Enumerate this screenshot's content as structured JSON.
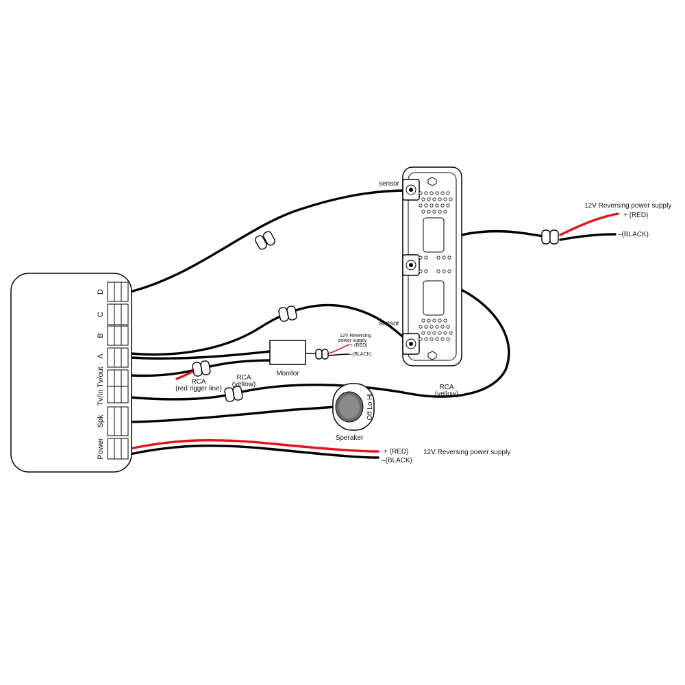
{
  "control_box": {
    "ports": [
      "D",
      "C",
      "B",
      "A",
      "Tv/in Tv/out",
      "Spk",
      "Power"
    ]
  },
  "camera_plate": {
    "sensor_top_label": "sensor",
    "sensor_bottom_label": "sensor"
  },
  "top_power": {
    "title": "12V Reversing power supply",
    "red": "+ (RED)",
    "black": "–(BLACK)"
  },
  "monitor": {
    "label": "Monitor",
    "power_title": "12V Reversing",
    "power_title2": "power supply",
    "red": "+ (RED)",
    "black": "–(BLACK)"
  },
  "rca_trigger": {
    "line1": "RCA",
    "line2": "(red rigger line)"
  },
  "rca_yellow_left": {
    "line1": "RCA",
    "line2": "(yellow)"
  },
  "rca_yellow_right": {
    "line1": "RCA",
    "line2": "(yellow)"
  },
  "speaker": {
    "label": "Speraker",
    "switch": "Off Lo Hi"
  },
  "bottom_power": {
    "red": "+ (RED)",
    "black": "–(BLACK)",
    "title": "12V Reversing power supply"
  },
  "colors": {
    "wire": "#000000",
    "positive_wire": "#e3121b",
    "background": "#ffffff"
  }
}
